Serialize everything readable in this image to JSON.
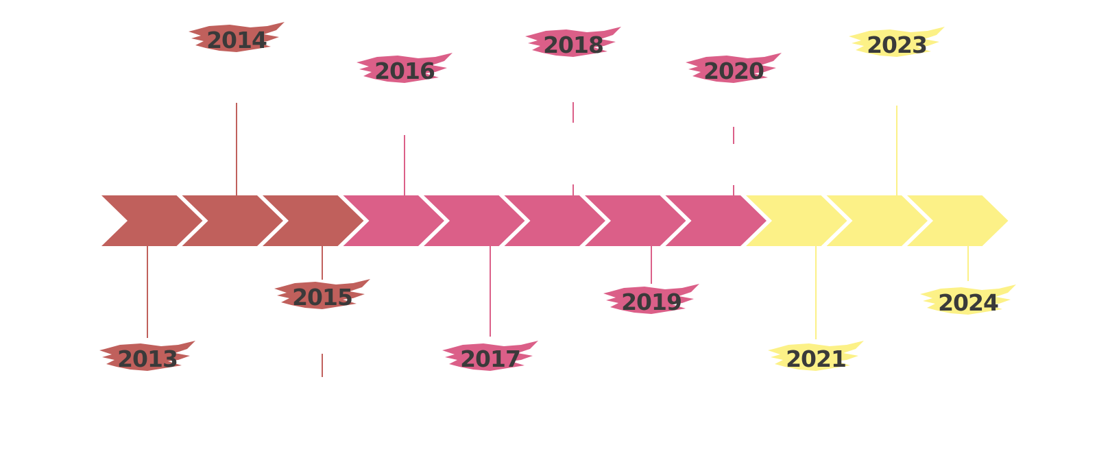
{
  "timeline": {
    "segments": [
      {
        "color": "#c0605c"
      },
      {
        "color": "#c0605c"
      },
      {
        "color": "#c0605c"
      },
      {
        "color": "#db5f88"
      },
      {
        "color": "#db5f88"
      },
      {
        "color": "#db5f88"
      },
      {
        "color": "#db5f88"
      },
      {
        "color": "#db5f88"
      },
      {
        "color": "#fcf187"
      },
      {
        "color": "#fcf187"
      },
      {
        "color": "#fcf187"
      }
    ],
    "milestones": [
      {
        "year": "2013",
        "side": "bottom",
        "color": "#c0605c"
      },
      {
        "year": "2014",
        "side": "top",
        "color": "#c0605c"
      },
      {
        "year": "2015",
        "side": "bottom",
        "color": "#c0605c"
      },
      {
        "year": "2016",
        "side": "top",
        "color": "#db5f88"
      },
      {
        "year": "2017",
        "side": "bottom",
        "color": "#db5f88"
      },
      {
        "year": "2018",
        "side": "top",
        "color": "#db5f88"
      },
      {
        "year": "2019",
        "side": "bottom",
        "color": "#db5f88"
      },
      {
        "year": "2020",
        "side": "top",
        "color": "#db5f88"
      },
      {
        "year": "2021",
        "side": "bottom",
        "color": "#fcf187"
      },
      {
        "year": "2023",
        "side": "top",
        "color": "#fcf187"
      },
      {
        "year": "2024",
        "side": "bottom",
        "color": "#fcf187"
      }
    ]
  }
}
